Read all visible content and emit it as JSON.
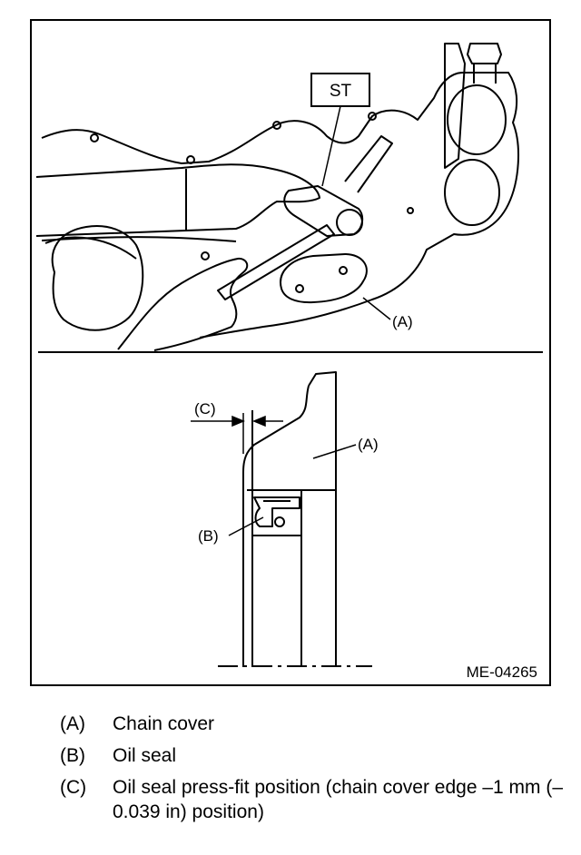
{
  "figure": {
    "tool_label": "ST",
    "figure_code": "ME-04265",
    "callouts": {
      "top_a": "(A)",
      "detail_a": "(A)",
      "detail_b": "(B)",
      "detail_c": "(C)"
    }
  },
  "legend": [
    {
      "key": "(A)",
      "text": "Chain cover"
    },
    {
      "key": "(B)",
      "text": "Oil seal"
    },
    {
      "key": "(C)",
      "text": "Oil seal press-fit position (chain cover edge –1 mm (–0.039 in) position)"
    }
  ]
}
